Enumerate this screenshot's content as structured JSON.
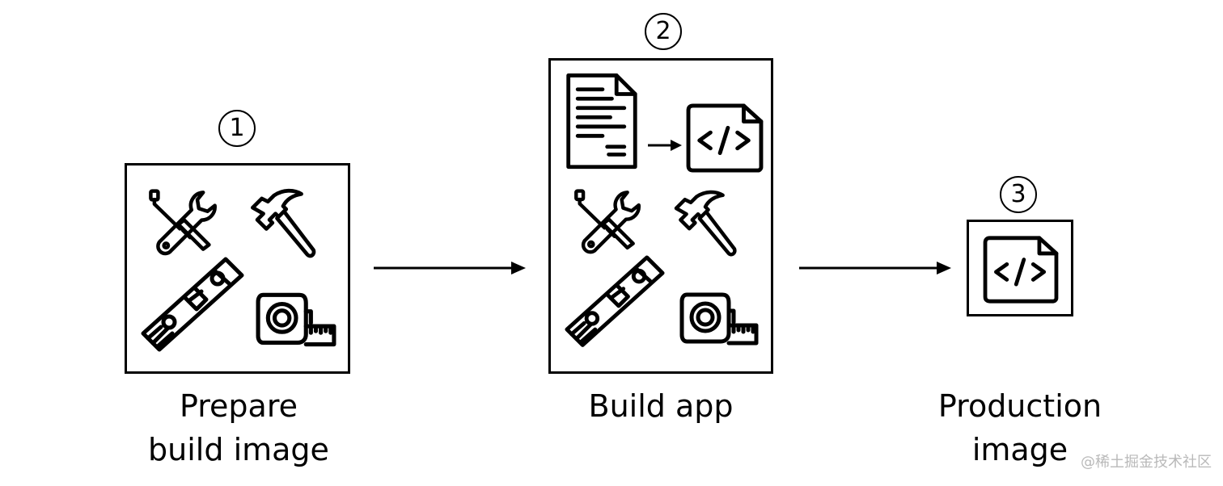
{
  "steps": [
    {
      "number": "1",
      "label_line1": "Prepare",
      "label_line2": "build image",
      "icons": [
        "wrench-screwdriver-icon",
        "hammer-icon",
        "spirit-level-icon",
        "tape-measure-icon"
      ]
    },
    {
      "number": "2",
      "label_line1": "Build app",
      "icons": [
        "source-document-icon",
        "arrow-right-icon",
        "code-file-icon",
        "wrench-screwdriver-icon",
        "hammer-icon",
        "spirit-level-icon",
        "tape-measure-icon"
      ]
    },
    {
      "number": "3",
      "label_line1": "Production",
      "label_line2": "image",
      "icons": [
        "code-file-icon"
      ]
    }
  ],
  "code_glyph": "</>",
  "watermark": "@稀土掘金技术社区",
  "colors": {
    "stroke": "#000000",
    "background": "#ffffff",
    "watermark": "#b9b9b9"
  }
}
